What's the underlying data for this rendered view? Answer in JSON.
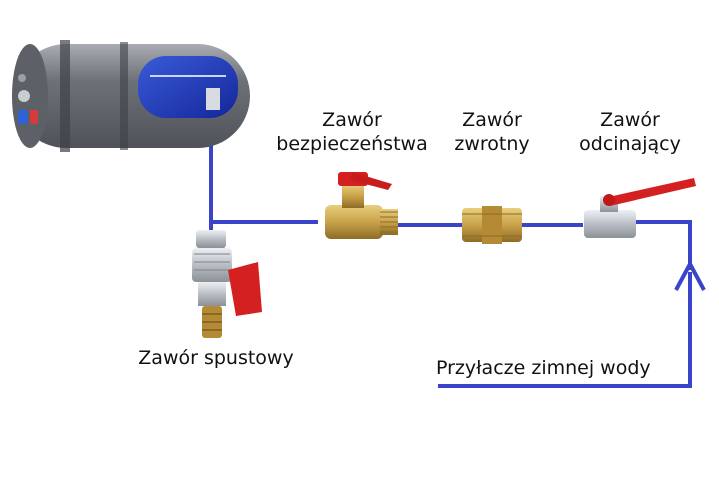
{
  "labels": {
    "safety_valve": [
      "Zawór",
      "bezpieczeństwa"
    ],
    "check_valve": [
      "Zawór",
      "zwrotny"
    ],
    "shutoff_valve": [
      "Zawór",
      "odcinający"
    ],
    "drain_valve": "Zawór spustowy",
    "cold_water_inlet": "Przyłacze zimnej wody"
  },
  "colors": {
    "pipe": "#3a44c8",
    "text": "#111111",
    "tank_body": "#7b7f86",
    "tank_window": "#1f3db8",
    "brass": "#c9a24a",
    "chrome": "#c7ccd2",
    "handle_red": "#d42020"
  },
  "icons": [
    "water-heater-tank",
    "safety-valve-icon",
    "check-valve-icon",
    "ball-valve-icon",
    "drain-valve-icon",
    "flow-arrow-up-icon"
  ]
}
